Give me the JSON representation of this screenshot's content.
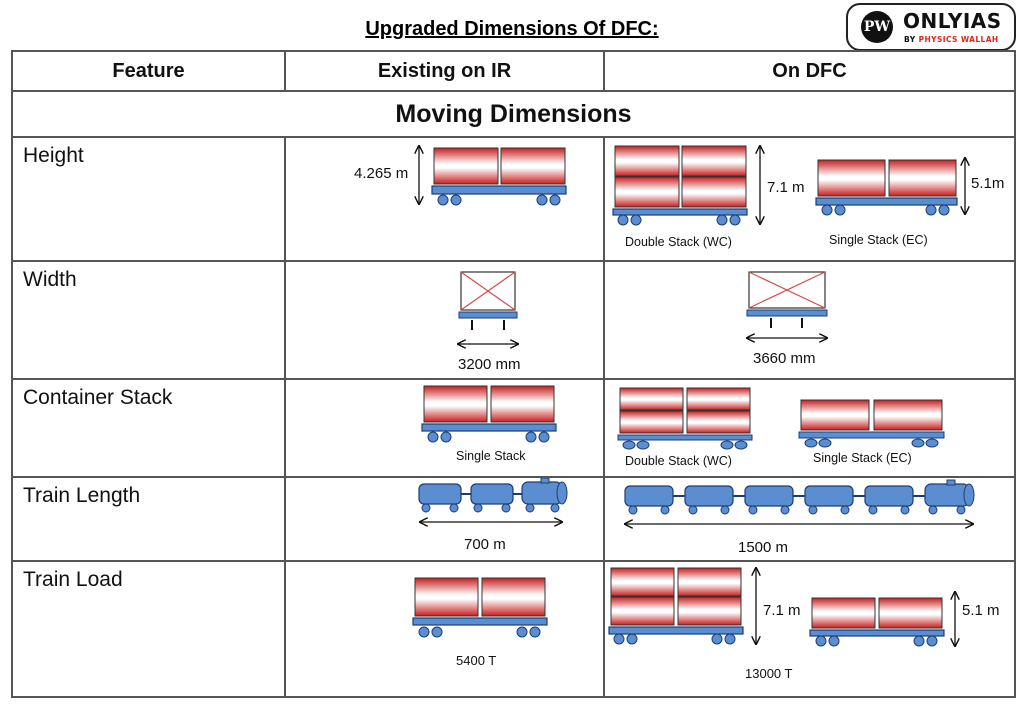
{
  "title": "Upgraded Dimensions Of DFC:",
  "logo": {
    "badge": "PW",
    "name": "ONLYIAS",
    "by": "BY ",
    "by_brand": "PHYSICS WALLAH"
  },
  "table": {
    "headers": {
      "feature": "Feature",
      "existing": "Existing on IR",
      "dfc": "On DFC"
    },
    "section_title": "Moving Dimensions",
    "rows": [
      {
        "feature": "Height",
        "ir": {
          "height_label": "4.265 m"
        },
        "dfc": {
          "double_height": "7.1 m",
          "single_height": "5.1m",
          "double_caption": "Double Stack (WC)",
          "single_caption": "Single Stack (EC)"
        }
      },
      {
        "feature": "Width",
        "ir": {
          "width_label": "3200 mm"
        },
        "dfc": {
          "width_label": "3660 mm"
        }
      },
      {
        "feature": "Container Stack",
        "ir": {
          "caption": "Single Stack"
        },
        "dfc": {
          "double_caption": "Double Stack (WC)",
          "single_caption": "Single Stack (EC)"
        }
      },
      {
        "feature": "Train Length",
        "ir": {
          "length_label": "700 m"
        },
        "dfc": {
          "length_label": "1500 m"
        }
      },
      {
        "feature": "Train Load",
        "ir": {
          "load_label": "5400 T"
        },
        "dfc": {
          "load_label": "13000 T",
          "double_height": "7.1 m",
          "single_height": "5.1 m"
        }
      }
    ]
  },
  "colors": {
    "container_red": "#c81e1e",
    "wagon_blue": "#5b8ed1",
    "wagon_stroke": "#1c3d73",
    "cross_red": "#d84a4a",
    "border": "#555555"
  }
}
